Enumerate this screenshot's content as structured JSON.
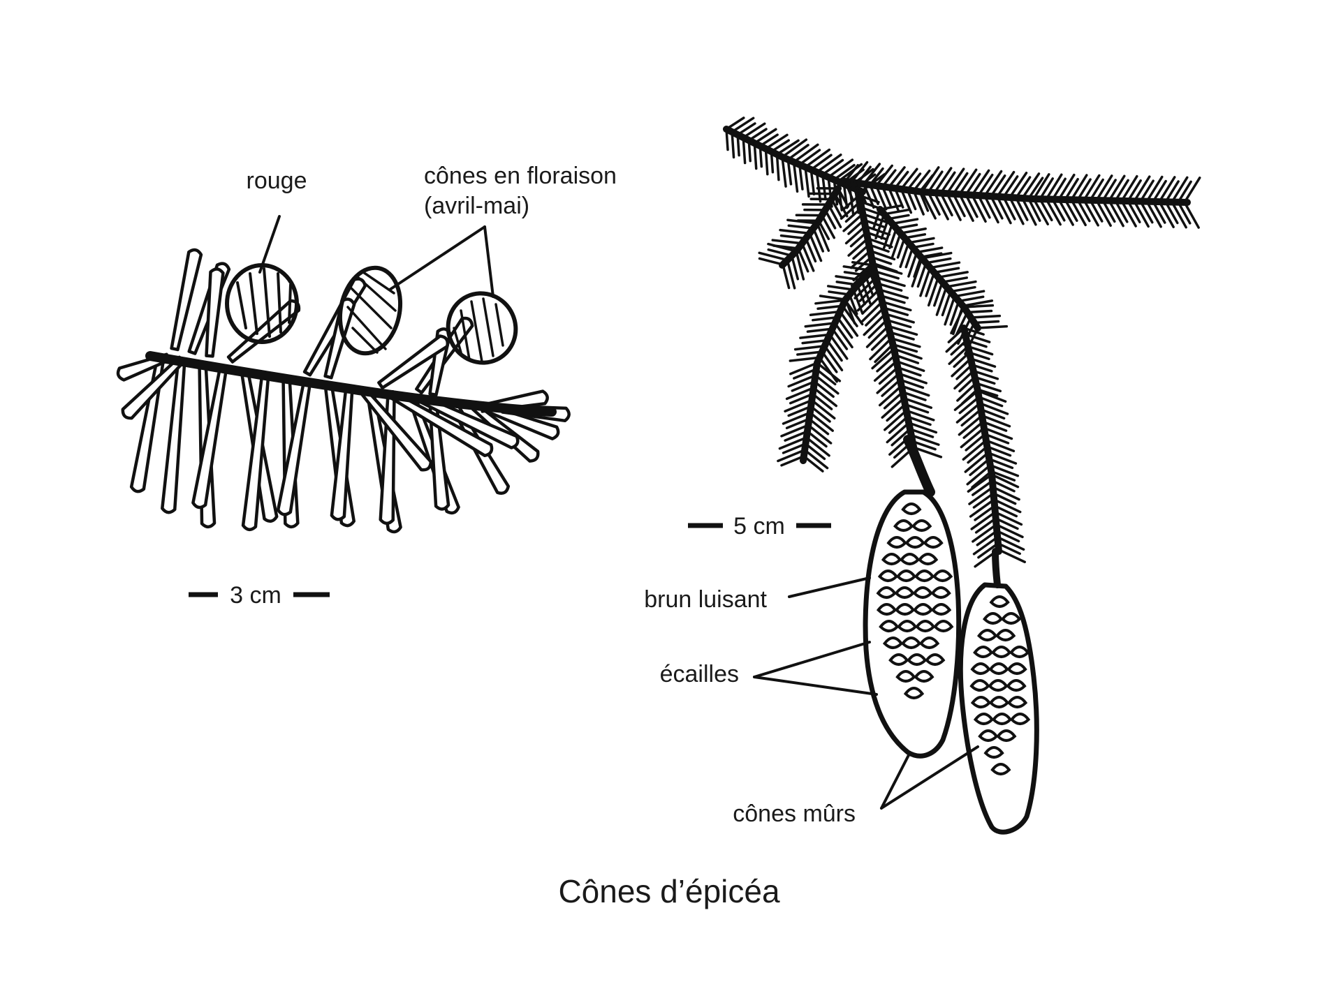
{
  "labels": {
    "rouge": "rouge",
    "flowering_line1": "cônes en floraison",
    "flowering_line2": "(avril-mai)",
    "scale_left": "3 cm",
    "scale_right": "5 cm",
    "brun_luisant": "brun luisant",
    "ecailles": "écailles",
    "cones_murs": "cônes mûrs"
  },
  "title": "Cônes d’épicéa",
  "colors": {
    "ink": "#111111",
    "background": "#ffffff"
  }
}
